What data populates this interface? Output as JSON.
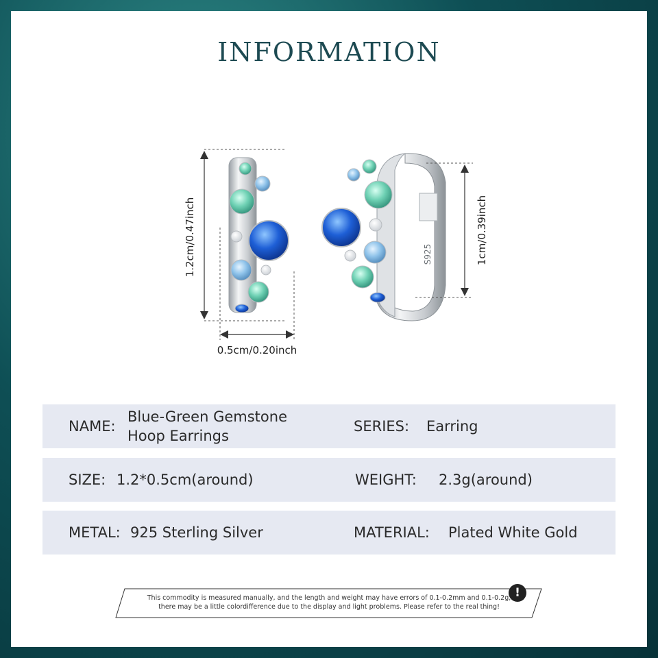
{
  "title": "INFORMATION",
  "dimensions": {
    "height_left": "1.2cm/0.47inch",
    "width_left": "0.5cm/0.20inch",
    "height_right": "1cm/0.39inch",
    "hallmark": "S925"
  },
  "specs": {
    "name_label": "NAME:",
    "name_line1": "Blue-Green Gemstone",
    "name_line2": "Hoop Earrings",
    "series_label": "SERIES:",
    "series_value": "Earring",
    "size_label": "SIZE:",
    "size_value": "1.2*0.5cm(around)",
    "weight_label": "WEIGHT:",
    "weight_value": "2.3g(around)",
    "metal_label": "METAL:",
    "metal_value": "925 Sterling Silver",
    "material_label": "MATERIAL:",
    "material_value": "Plated White Gold"
  },
  "notice": {
    "line1": "This commodity is measured manually, and the length and weight may have errors of 0.1-0.2mm and 0.1-0.2g,",
    "line2": "there may be a little colordifference due to the display and light problems. Please refer to the real thing!",
    "icon": "exclamation-icon"
  },
  "colors": {
    "border": "#0e4f55",
    "title": "#1d4a52",
    "row_bg": "#e6e9f2",
    "gem_blue": "#1e5fd6",
    "gem_green": "#6fd1b4",
    "gem_light_blue": "#8fc3ea"
  }
}
